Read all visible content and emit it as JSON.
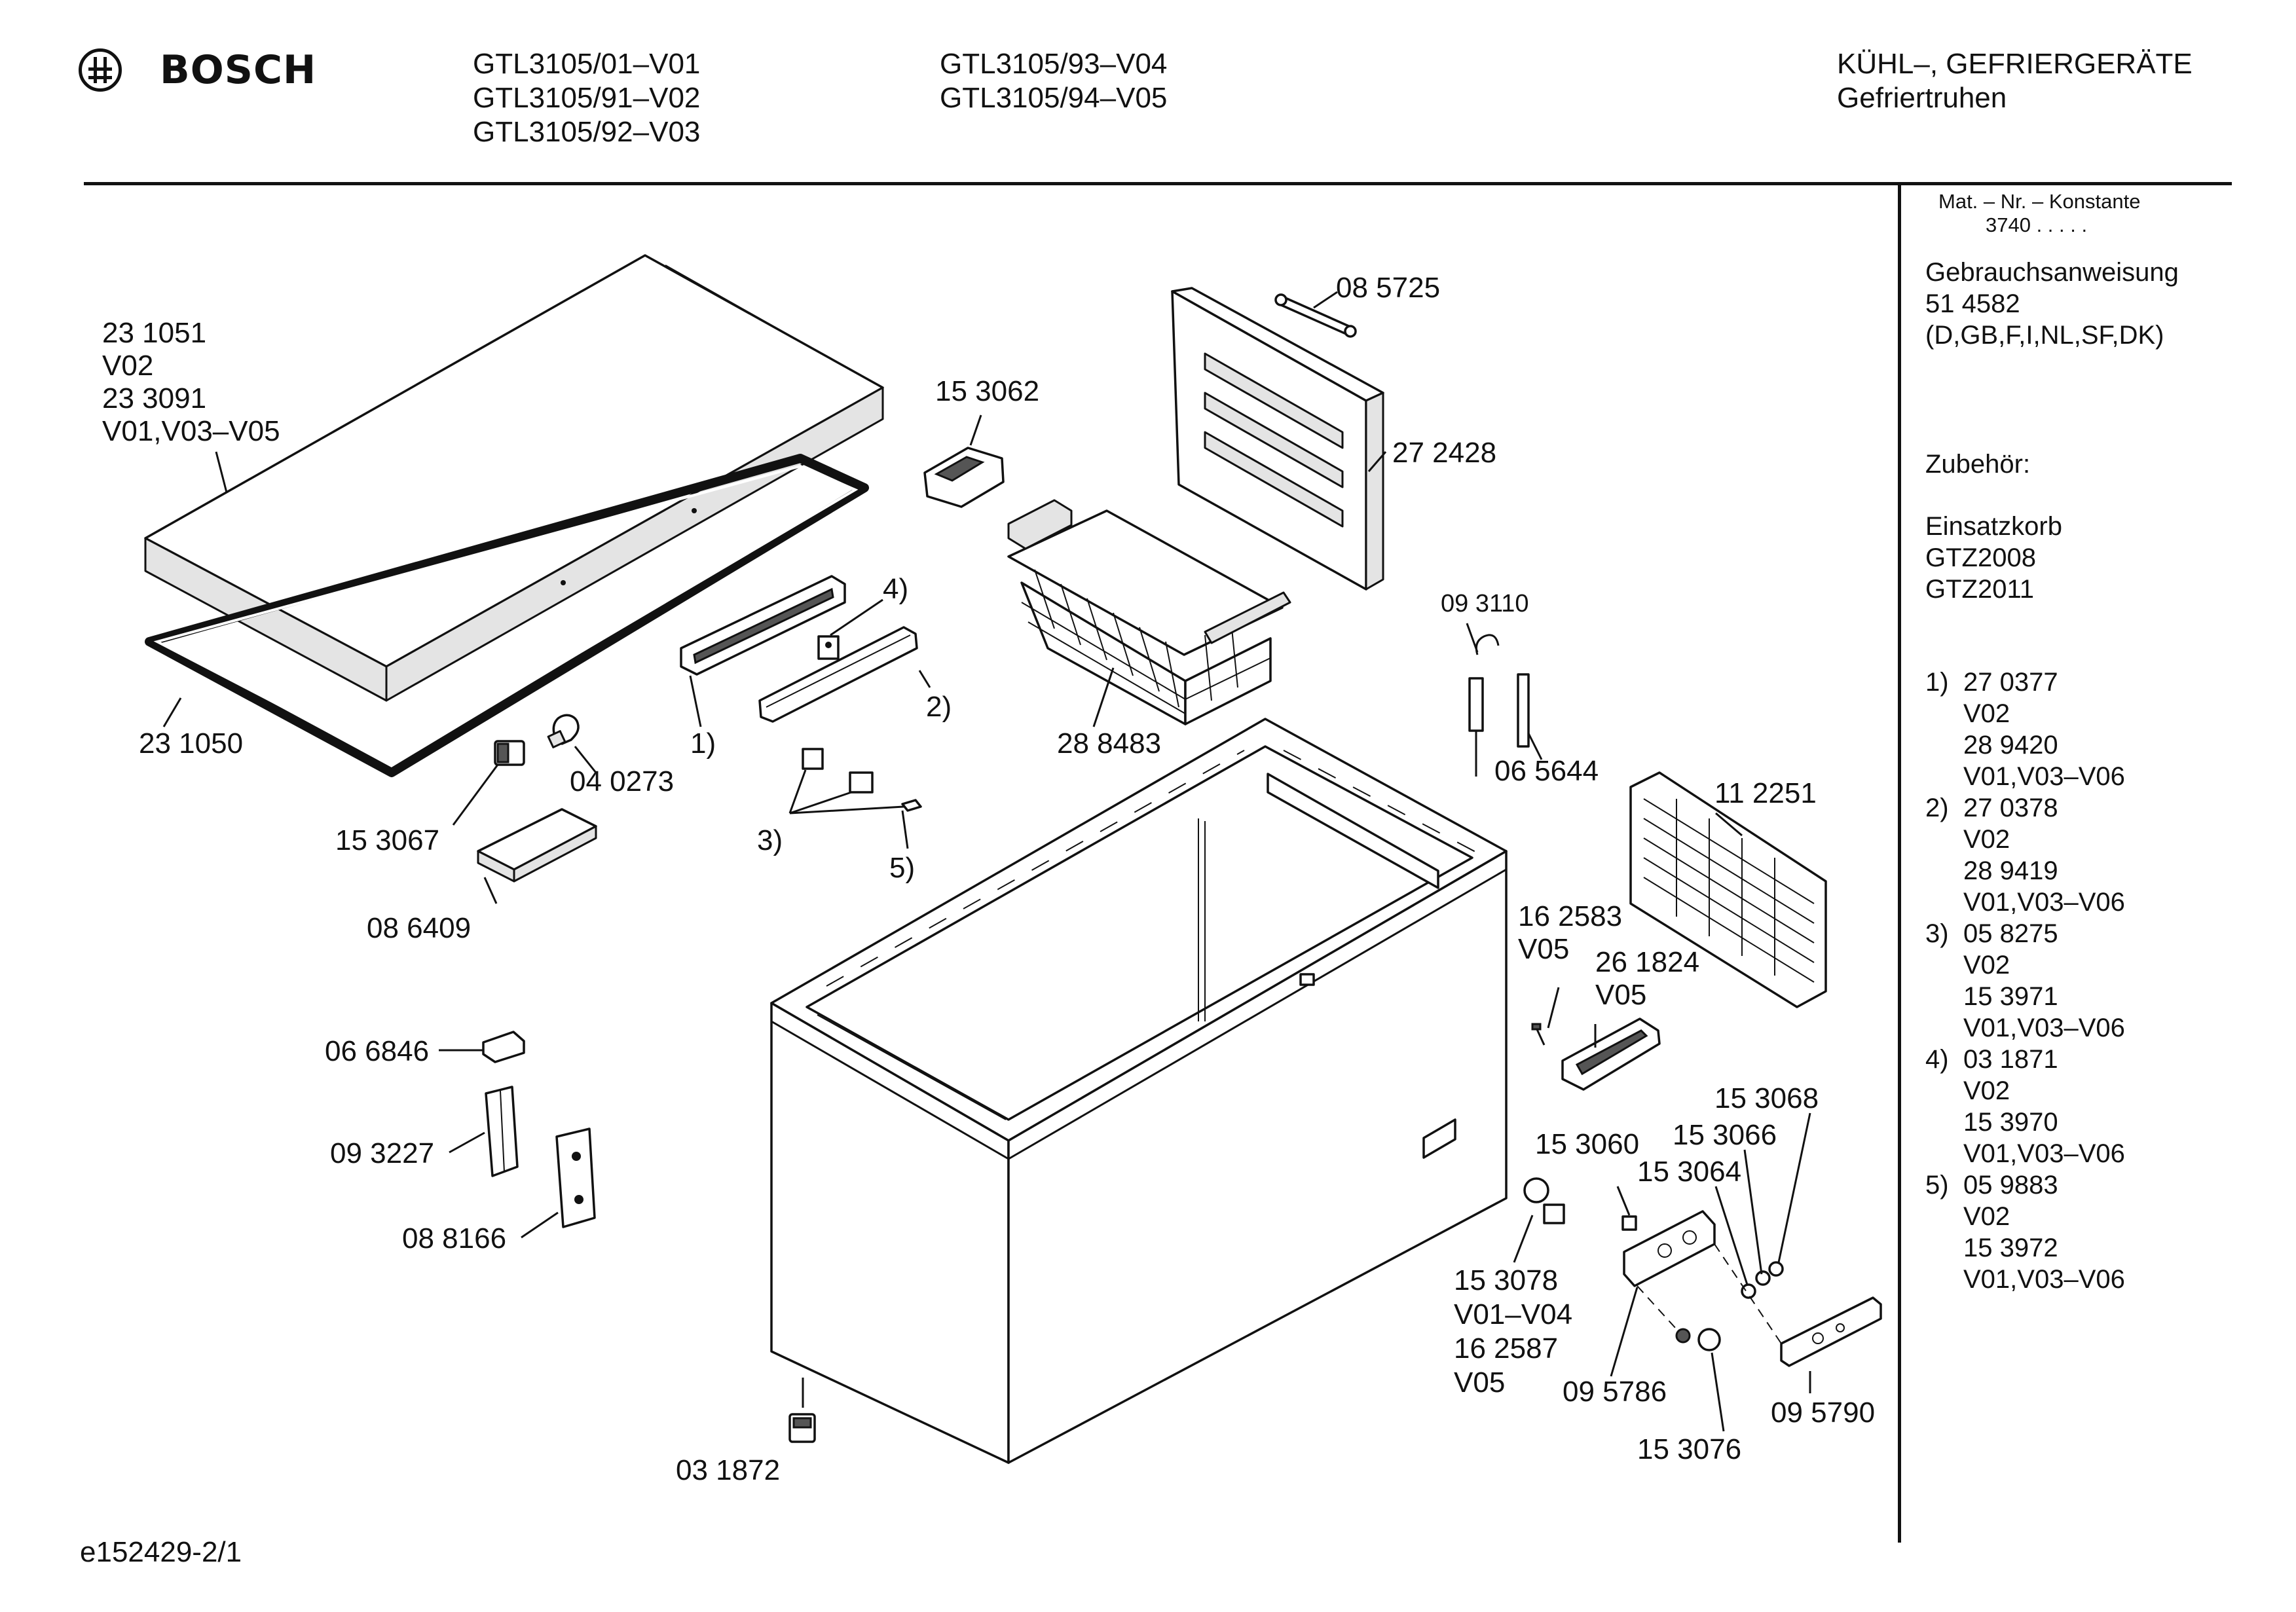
{
  "brand": {
    "name": "BOSCH"
  },
  "header": {
    "models_col1": [
      "GTL3105/01–V01",
      "GTL3105/91–V02",
      "GTL3105/92–V03"
    ],
    "models_col2": [
      "GTL3105/93–V04",
      "GTL3105/94–V05"
    ],
    "category": "KÜHL–, GEFRIERGERÄTE",
    "subcategory": "Gefriertruhen"
  },
  "sidebar": {
    "mat_label": "Mat. – Nr. – Konstante",
    "mat_value": "3740  .  .  .  .  .",
    "manual_title": "Gebrauchsanweisung",
    "manual_number": "51 4582",
    "manual_languages": "(D,GB,F,I,NL,SF,DK)",
    "accessories_title": "Zubehör:",
    "accessories": [
      "Einsatzkorb",
      "GTZ2008",
      "GTZ2011"
    ],
    "footnotes": [
      {
        "num": "1)",
        "lines": [
          "27 0377",
          "V02",
          "28 9420",
          "V01,V03–V06"
        ]
      },
      {
        "num": "2)",
        "lines": [
          "27 0378",
          "V02",
          "28 9419",
          "V01,V03–V06"
        ]
      },
      {
        "num": "3)",
        "lines": [
          "05 8275",
          "V02",
          "15 3971",
          "V01,V03–V06"
        ]
      },
      {
        "num": "4)",
        "lines": [
          "03 1871",
          "V02",
          "15 3970",
          "V01,V03–V06"
        ]
      },
      {
        "num": "5)",
        "lines": [
          "05 9883",
          "V02",
          "15 3972",
          "V01,V03–V06"
        ]
      }
    ]
  },
  "labels": {
    "lid": [
      "23 1051",
      "V02",
      "23 3091",
      "V01,V03–V05"
    ],
    "gasket": "23 1050",
    "lamp_holder": "15 3067",
    "bulb": "04 0273",
    "lamp_cover": "08 6409",
    "handle": "1)",
    "handle_bar": "2)",
    "handle_cap": "4)",
    "clips": "3)",
    "clip_small": "5)",
    "latch": "15 3062",
    "basket": "28 8483",
    "hinge_bar": "08 5725",
    "grille_divider": "27 2428",
    "thermostat_sensor": "09 3110",
    "sensor_rod": "06 5644",
    "back_grille": "11 2251",
    "screw": [
      "16 2583",
      "V05"
    ],
    "recessed_handle": [
      "26 1824",
      "V05"
    ],
    "bracket": "06 6846",
    "hinge_plate": "09 3227",
    "hinge": "08 8166",
    "foot": "03 1872",
    "indicator_1": "15 3068",
    "indicator_2": "15 3066",
    "indicator_3": "15 3064",
    "lamp_socket": "15 3060",
    "thermostat": [
      "15 3078",
      "V01–V04",
      "16 2587",
      "V05"
    ],
    "control_housing": "09 5786",
    "knob": "15 3076",
    "control_panel": "09 5790"
  },
  "footer": {
    "drawing_id": "e152429-2/1"
  }
}
